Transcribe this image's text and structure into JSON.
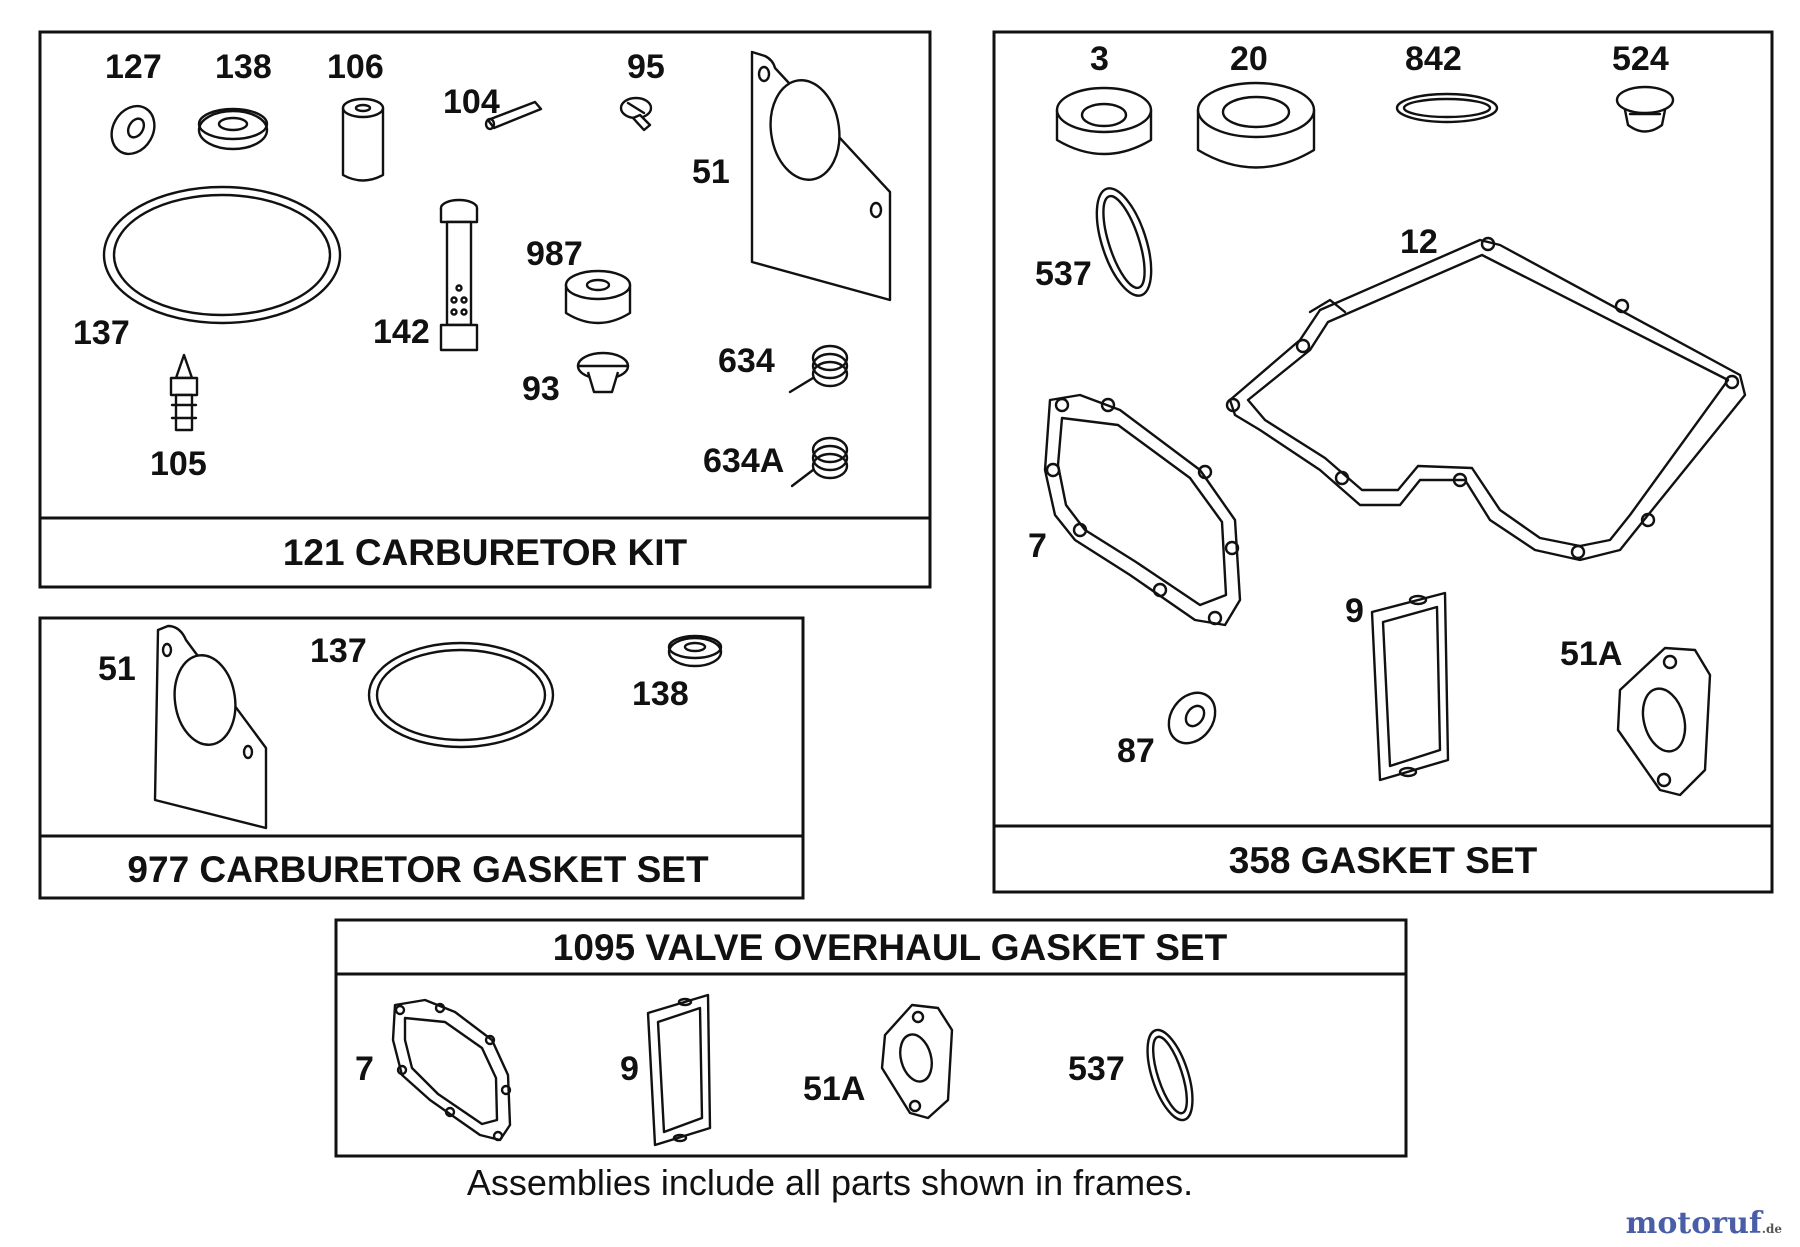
{
  "panels": {
    "carburetor_kit": {
      "title": "121 CARBURETOR KIT",
      "labels": [
        "127",
        "138",
        "106",
        "104",
        "95",
        "51",
        "137",
        "142",
        "987",
        "93",
        "634",
        "634A",
        "105"
      ]
    },
    "carburetor_gasket_set": {
      "title": "977 CARBURETOR GASKET SET",
      "labels": [
        "51",
        "137",
        "138"
      ]
    },
    "gasket_set": {
      "title": "358 GASKET SET",
      "labels": [
        "3",
        "20",
        "842",
        "524",
        "537",
        "12",
        "7",
        "9",
        "51A",
        "87"
      ]
    },
    "valve_overhaul_gasket_set": {
      "title": "1095 VALVE OVERHAUL GASKET SET",
      "labels": [
        "7",
        "9",
        "51A",
        "537"
      ]
    }
  },
  "footnote": "Assemblies include all parts shown in frames.",
  "watermark": {
    "text": "motoruf",
    "suffix": ".de"
  }
}
